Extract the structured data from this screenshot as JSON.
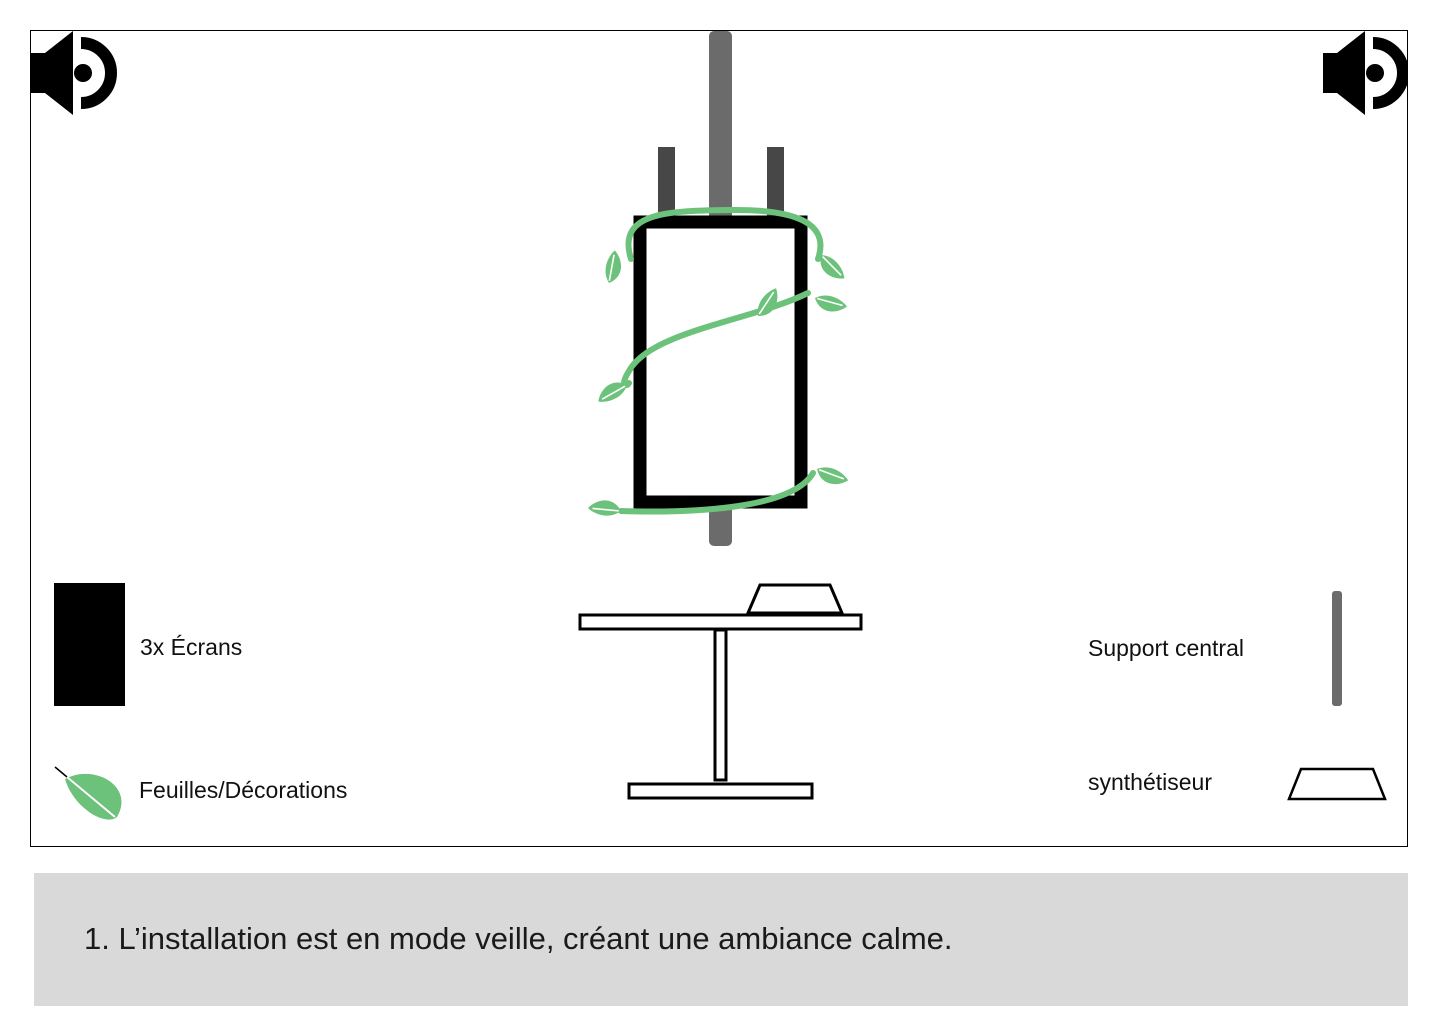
{
  "colors": {
    "leaf": "#6cc27a",
    "support": "#6b6b6b",
    "pole_dark": "#474747",
    "screen": "#000000",
    "caption_bg": "#d9d9d9"
  },
  "icons": {
    "speaker_left": "speaker-icon",
    "speaker_right": "speaker-icon",
    "legend_leaf": "leaf-icon"
  },
  "legend": {
    "screens": "3x Écrans",
    "leaves": "Feuilles/Décorations",
    "support": "Support central",
    "synth": "synthétiseur"
  },
  "caption": {
    "text": "1. L’installation est en mode veille, créant une ambiance calme."
  }
}
